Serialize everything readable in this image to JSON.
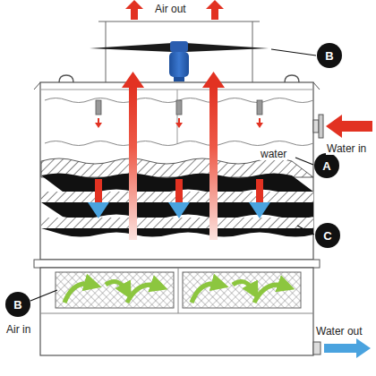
{
  "diagram": {
    "nodes": [
      {
        "text": [
          "B"
        ]
      },
      {
        "text": [
          "A"
        ]
      },
      {
        "text": [
          "C"
        ]
      },
      {
        "text": [
          "B"
        ]
      }
    ],
    "edges": [],
    "labels": [
      "Air out",
      "Water in",
      "water",
      "Air in",
      "Water out"
    ]
  }
}
